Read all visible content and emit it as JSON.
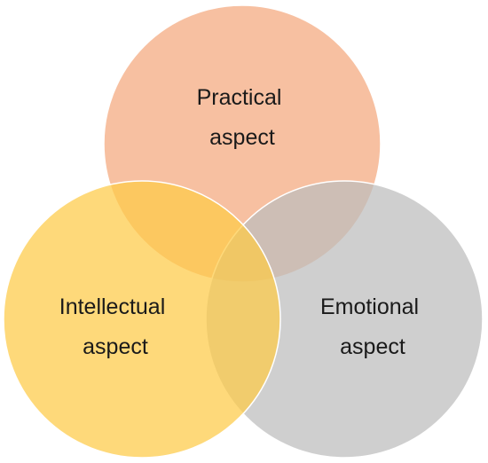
{
  "diagram": {
    "type": "venn",
    "circles": [
      {
        "id": "practical",
        "label_line1": "Practical",
        "label_line2": "aspect",
        "color": "#F4A77D"
      },
      {
        "id": "intellectual",
        "label_line1": "Intellectual",
        "label_line2": "aspect",
        "color": "#FDCB46"
      },
      {
        "id": "emotional",
        "label_line1": "Emotional",
        "label_line2": "aspect",
        "color": "#BDBDBD"
      }
    ],
    "opacity": 0.72
  }
}
